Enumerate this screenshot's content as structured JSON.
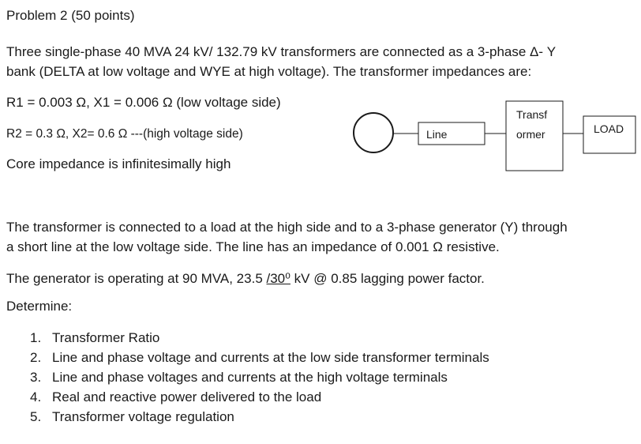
{
  "problem": {
    "title": "Problem 2  (50 points)",
    "intro_line1": "Three single-phase 40 MVA 24 kV/ 132.79 kV transformers are connected as a 3-phase Δ- Y",
    "intro_line2": "bank (DELTA at low voltage and WYE at high voltage). The transformer impedances are:",
    "r1_line": "R1 = 0.003 Ω,  X1 = 0.006 Ω   (low voltage side)",
    "r2_line": "R2 = 0.3 Ω,  X2= 0.6 Ω ---(high voltage side)",
    "core_line": "Core impedance is infinitesimally high",
    "conn_line1": "The transformer is connected to a load at the high side and to a 3-phase generator (Y) through",
    "conn_line2": "a short line at the low voltage side. The line has an impedance of 0.001 Ω resistive.",
    "gen_prefix": "The generator is operating at 90 MVA, 23.5 ",
    "gen_angle": "/30⁰",
    "gen_suffix": " kV @ 0.85 lagging power factor.",
    "determine": "Determine:"
  },
  "tasks": [
    {
      "num": "1.",
      "text": "Transformer Ratio"
    },
    {
      "num": "2.",
      "text": "Line and phase voltage and currents at the low side transformer terminals"
    },
    {
      "num": "3.",
      "text": "Line and phase voltages  and currents at the high voltage terminals"
    },
    {
      "num": "4.",
      "text": "Real and reactive power delivered to the load"
    },
    {
      "num": "5.",
      "text": "Transformer voltage regulation"
    }
  ],
  "diagram": {
    "line_label": "Line",
    "transformer_label_1": "Transf",
    "transformer_label_2": "ormer",
    "load_label": "LOAD"
  }
}
